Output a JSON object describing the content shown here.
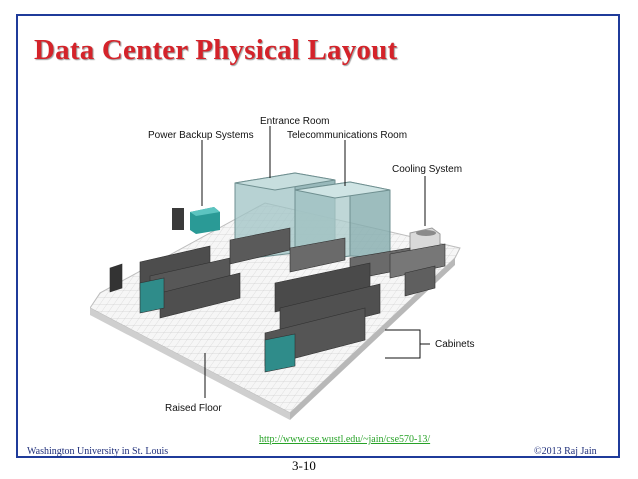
{
  "slide": {
    "title": "Data Center Physical Layout",
    "footer": {
      "institution": "Washington University in St. Louis",
      "url": "http://www.cse.wustl.edu/~jain/cse570-13/",
      "copyright": "©2013 Raj Jain"
    },
    "page_number": "3-10"
  },
  "figure": {
    "labels": {
      "entrance_room": "Entrance Room",
      "power_backup": "Power Backup Systems",
      "telecom_room": "Telecommunications Room",
      "cooling": "Cooling System",
      "cabinets": "Cabinets",
      "raised_floor": "Raised Floor"
    }
  },
  "colors": {
    "title": "#d4232a",
    "frame": "#1f3b9a",
    "footer_text": "#1f2f7a",
    "link": "#27a227"
  }
}
